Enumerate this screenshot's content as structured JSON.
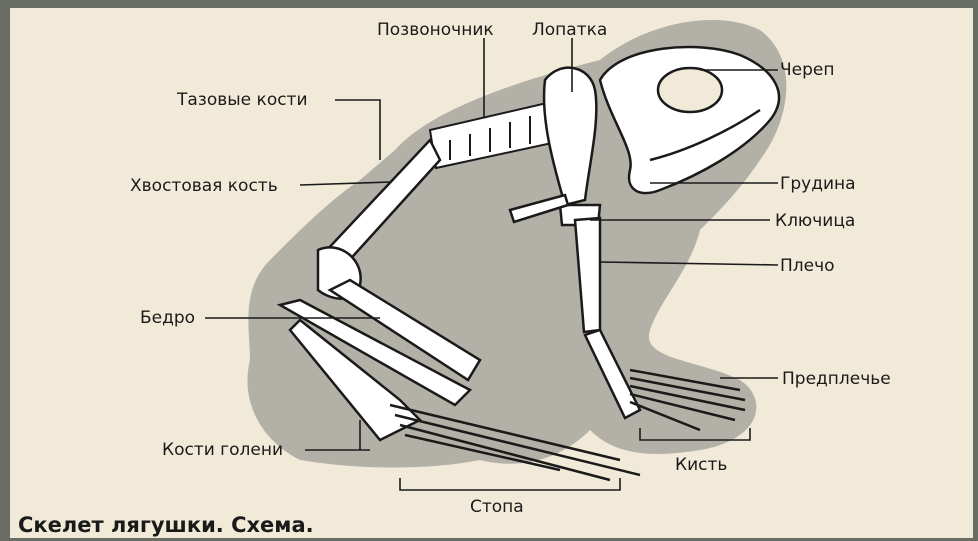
{
  "diagram": {
    "caption": "Скелет лягушки. Схема.",
    "labels": {
      "spine": "Позвоночник",
      "scapula": "Лопатка",
      "skull": "Череп",
      "pelvic_bones": "Тазовые кости",
      "tail_bone": "Хвостовая кость",
      "sternum": "Грудина",
      "clavicle": "Ключица",
      "humerus": "Плечо",
      "femur": "Бедро",
      "forearm": "Предплечье",
      "shin_bones": "Кости голени",
      "hand": "Кисть",
      "foot": "Стопа"
    }
  },
  "colors": {
    "paper": "#f1ead8",
    "shadow": "#b3b0a8",
    "bone": "#ffffff",
    "ink": "#1a1a1a",
    "frame": "#6a6d64"
  }
}
